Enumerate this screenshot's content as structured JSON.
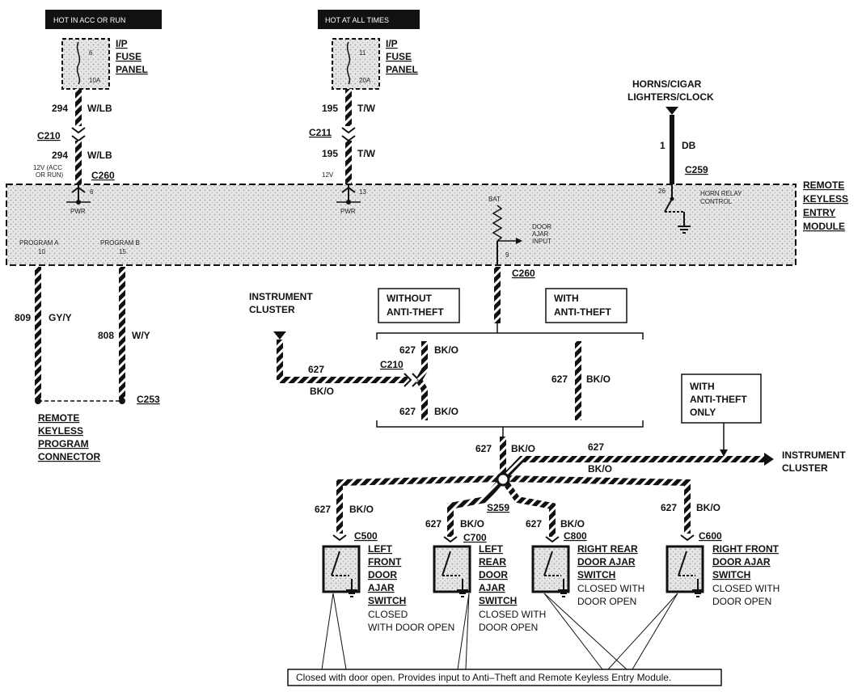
{
  "power": {
    "acc_label": "HOT IN ACC OR RUN",
    "always_label": "HOT AT ALL TIMES"
  },
  "fuse_left": {
    "l1": "I/P",
    "l2": "FUSE",
    "l3": "PANEL",
    "num": "6",
    "amp": "10A"
  },
  "fuse_right": {
    "l1": "I/P",
    "l2": "FUSE",
    "l3": "PANEL",
    "num": "11",
    "amp": "20A"
  },
  "wires": {
    "w294": "294",
    "wlb": "W/LB",
    "w195": "195",
    "tw": "T/W",
    "w1": "1",
    "db": "DB",
    "w809": "809",
    "gyy": "GY/Y",
    "w808": "808",
    "wy": "W/Y",
    "w627": "627",
    "bko": "BK/O"
  },
  "connectors": {
    "c210": "C210",
    "c211": "C211",
    "c260": "C260",
    "c259": "C259",
    "c253": "C253",
    "s259": "S259",
    "c500": "C500",
    "c700": "C700",
    "c800": "C800",
    "c600": "C600"
  },
  "acc_note": {
    "l1": "12V (ACC",
    "l2": "OR RUN)"
  },
  "v12": "12V",
  "horns": {
    "l1": "HORNS/CIGAR",
    "l2": "LIGHTERS/CLOCK"
  },
  "module": {
    "title1": "REMOTE",
    "title2": "KEYLESS",
    "title3": "ENTRY",
    "title4": "MODULE",
    "pin6": "6",
    "pin13": "13",
    "pin26": "26",
    "pin9": "9",
    "pwr": "PWR",
    "bat": "BAT",
    "door_ajar1": "DOOR",
    "door_ajar2": "AJAR",
    "door_ajar3": "INPUT",
    "horn1": "HORN RELAY",
    "horn2": "CONTROL",
    "prog_a": "PROGRAM A",
    "prog_a_pin": "10",
    "prog_b": "PROGRAM B",
    "prog_b_pin": "15"
  },
  "prog_conn": {
    "l1": "REMOTE",
    "l2": "KEYLESS",
    "l3": "PROGRAM",
    "l4": "CONNECTOR"
  },
  "cluster": {
    "l1": "INSTRUMENT",
    "l2": "CLUSTER"
  },
  "without_at": {
    "l1": "WITHOUT",
    "l2": "ANTI-THEFT"
  },
  "with_at": {
    "l1": "WITH",
    "l2": "ANTI-THEFT"
  },
  "with_at_only": {
    "l1": "WITH",
    "l2": "ANTI-THEFT",
    "l3": "ONLY"
  },
  "switches": {
    "lf": {
      "l1": "LEFT",
      "l2": "FRONT",
      "l3": "DOOR",
      "l4": "AJAR",
      "l5": "SWITCH",
      "l6": "CLOSED",
      "l7": "WITH DOOR OPEN"
    },
    "lr": {
      "l1": "LEFT",
      "l2": "REAR",
      "l3": "DOOR",
      "l4": "AJAR",
      "l5": "SWITCH",
      "l6": "CLOSED WITH",
      "l7": "DOOR OPEN"
    },
    "rr": {
      "l1": "RIGHT REAR",
      "l2": "DOOR AJAR",
      "l3": "SWITCH",
      "l4": "CLOSED WITH",
      "l5": "DOOR OPEN"
    },
    "rf": {
      "l1": "RIGHT FRONT",
      "l2": "DOOR AJAR",
      "l3": "SWITCH",
      "l4": "CLOSED WITH",
      "l5": "DOOR OPEN"
    }
  },
  "footnote": "Closed with door open.  Provides input to Anti–Theft and Remote Keyless Entry Module."
}
